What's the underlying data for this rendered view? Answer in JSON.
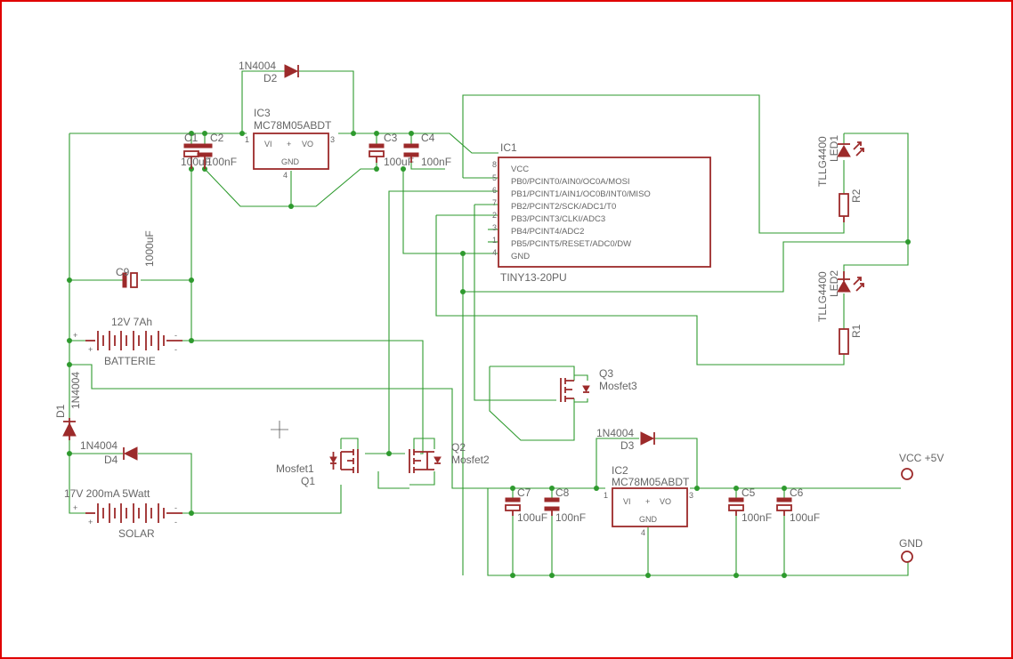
{
  "colors": {
    "wire": "#2e9a2e",
    "part": "#9c2a2a",
    "text": "#666666",
    "frame": "#e00000"
  },
  "ic1": {
    "name": "IC1",
    "value": "TINY13-20PU",
    "pins": [
      "VCC",
      "PB0/PCINT0/AIN0/OC0A/MOSI",
      "PB1/PCINT1/AIN1/OC0B/INT0/MISO",
      "PB2/PCINT2/SCK/ADC1/T0",
      "PB3/PCINT3/CLKI/ADC3",
      "PB4/PCINT4/ADC2",
      "PB5/PCINT5/RESET/ADC0/DW",
      "GND"
    ],
    "pin_numbers": [
      "8",
      "5",
      "6",
      "7",
      "2",
      "3",
      "1",
      "4"
    ]
  },
  "ic3": {
    "name": "IC3",
    "value": "MC78M05ABDT",
    "vi": "VI",
    "vo": "VO",
    "gnd": "GND",
    "pin_in": "1",
    "pin_out": "3",
    "pin_gnd": "4"
  },
  "ic2": {
    "name": "IC2",
    "value": "MC78M05ABDT",
    "vi": "VI",
    "vo": "VO",
    "gnd": "GND",
    "pin_in": "1",
    "pin_out": "3",
    "pin_gnd": "4"
  },
  "c1": {
    "name": "C1",
    "value": "100uF"
  },
  "c2": {
    "name": "C2",
    "value": "100nF"
  },
  "c3": {
    "name": "C3",
    "value": "100uF"
  },
  "c4": {
    "name": "C4",
    "value": "100nF"
  },
  "c5": {
    "name": "C5",
    "value": "100nF"
  },
  "c6": {
    "name": "C6",
    "value": "100uF"
  },
  "c7": {
    "name": "C7",
    "value": "100uF"
  },
  "c8": {
    "name": "C8",
    "value": "100nF"
  },
  "c9": {
    "name": "C9",
    "value": "1000uF"
  },
  "d1": {
    "name": "D1",
    "value": "1N4004"
  },
  "d2": {
    "name": "D2",
    "value": "1N4004"
  },
  "d3": {
    "name": "D3",
    "value": "1N4004"
  },
  "d4": {
    "name": "D4",
    "value": "1N4004"
  },
  "led1": {
    "name": "LED1",
    "value": "TLLG4400"
  },
  "led2": {
    "name": "LED2",
    "value": "TLLG4400"
  },
  "r1": {
    "name": "R1"
  },
  "r2": {
    "name": "R2"
  },
  "q1": {
    "name": "Q1",
    "value": "Mosfet1"
  },
  "q2": {
    "name": "Q2",
    "value": "Mosfet2"
  },
  "q3": {
    "name": "Q3",
    "value": "Mosfet3"
  },
  "battery": {
    "value": "12V 7Ah",
    "name": "BATTERIE"
  },
  "solar": {
    "value": "17V 200mA 5Watt",
    "name": "SOLAR"
  },
  "vcc": {
    "label": "VCC +5V"
  },
  "gnd": {
    "label": "GND"
  },
  "signs": {
    "plus": "+",
    "minus": "-"
  }
}
